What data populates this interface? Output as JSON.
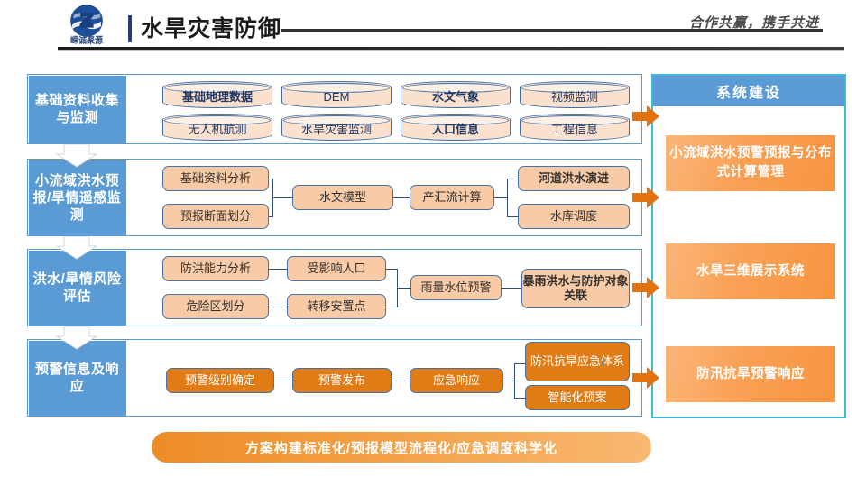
{
  "header": {
    "logo_text": "嵘诚聚源",
    "title": "水旱灾害防御",
    "slogan": "合作共赢，携手共进"
  },
  "flow": {
    "stages": [
      {
        "label": "基础资料收集与监测"
      },
      {
        "label": "小流域洪水预报/旱情遥感监测"
      },
      {
        "label": "洪水/旱情风险评估"
      },
      {
        "label": "预警信息及响应"
      }
    ],
    "row1": {
      "nodes": [
        {
          "label": "基础地理数据",
          "bold": true
        },
        {
          "label": "DEM",
          "bold": false
        },
        {
          "label": "水文气象",
          "bold": true
        },
        {
          "label": "视频监测",
          "bold": false
        },
        {
          "label": "无人机航测",
          "bold": false
        },
        {
          "label": "水旱灾害监测",
          "bold": false
        },
        {
          "label": "人口信息",
          "bold": true
        },
        {
          "label": "工程信息",
          "bold": false
        }
      ]
    },
    "row2": {
      "nodes": [
        {
          "label": "基础资料分析",
          "bold": false
        },
        {
          "label": "预报断面划分",
          "bold": false
        },
        {
          "label": "水文模型",
          "bold": false
        },
        {
          "label": "产汇流计算",
          "bold": false
        },
        {
          "label": "河道洪水演进",
          "bold": true
        },
        {
          "label": "水库调度",
          "bold": false
        }
      ]
    },
    "row3": {
      "nodes": [
        {
          "label": "防洪能力分析",
          "bold": false
        },
        {
          "label": "危险区划分",
          "bold": false
        },
        {
          "label": "受影响人口",
          "bold": false
        },
        {
          "label": "转移安置点",
          "bold": false
        },
        {
          "label": "雨量水位预警",
          "bold": false
        },
        {
          "label": "暴雨洪水与防护对象关联",
          "bold": true
        }
      ]
    },
    "row4": {
      "nodes": [
        {
          "label": "预警级别确定",
          "bold": false
        },
        {
          "label": "预警发布",
          "bold": false
        },
        {
          "label": "应急响应",
          "bold": false
        },
        {
          "label": "防汛抗旱应急体系",
          "bold": false
        },
        {
          "label": "智能化预案",
          "bold": false
        }
      ]
    }
  },
  "right_panel": {
    "header": "系统建设",
    "cards": [
      {
        "label": "小流域洪水预警预报与分布式计算管理"
      },
      {
        "label": "水旱三维展示系统"
      },
      {
        "label": "防汛抗旱预警响应"
      }
    ]
  },
  "banner": {
    "text": "方案构建标准化/预报模型流程化/应急调度科学化"
  },
  "colors": {
    "blue": "#5B9BD5",
    "orange": "#E07B16",
    "peach": "#F8CBA6",
    "cyl_fill": "#FBE0CE",
    "border_blue": "#4472A8",
    "panel_border": "#41B6D9",
    "title_accent": "#1F3C88"
  }
}
